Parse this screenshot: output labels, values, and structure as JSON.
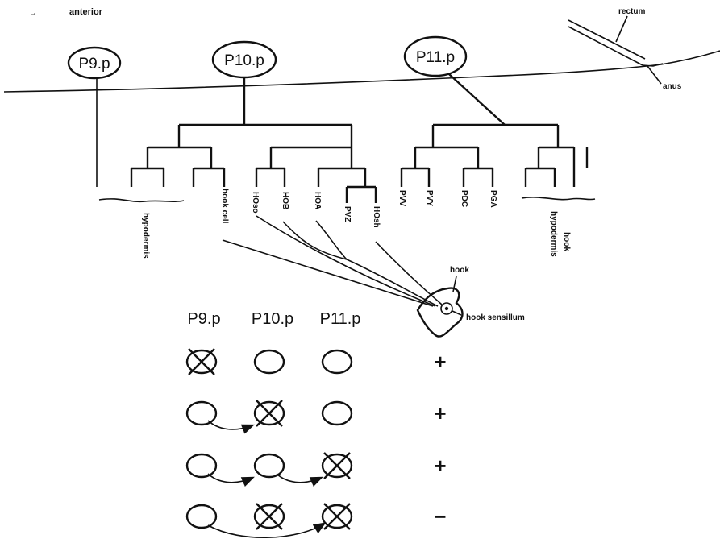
{
  "orientation": {
    "arrow_glyph": "→",
    "label": "anterior"
  },
  "landmarks": {
    "rectum": "rectum",
    "anus": "anus"
  },
  "cells": [
    {
      "id": "p9",
      "label": "P9.p"
    },
    {
      "id": "p10",
      "label": "P10.p"
    },
    {
      "id": "p11",
      "label": "P11.p"
    }
  ],
  "lineage_labels": {
    "hook_cell": "hook cell",
    "hypodermis_left": "hypodermis",
    "hook_hypodermis_line1": "hook",
    "hook_hypodermis_line2": "hypodermis",
    "p10_daughters": [
      "HOso",
      "HOB",
      "HOA",
      "PVZ",
      "HOsh"
    ],
    "p11_daughters": [
      "PVV",
      "PVY",
      "PDC",
      "PGA"
    ]
  },
  "hook_structure": {
    "hook": "hook",
    "sensillum": "hook sensillum"
  },
  "experiment": {
    "column_headers": [
      "P9.p",
      "P10.p",
      "P11.p"
    ],
    "rows": [
      {
        "ablated": [
          true,
          false,
          false
        ],
        "result": "+"
      },
      {
        "ablated": [
          false,
          true,
          false
        ],
        "result": "+"
      },
      {
        "ablated": [
          false,
          false,
          true
        ],
        "result": "+"
      },
      {
        "ablated": [
          false,
          true,
          true
        ],
        "result": "−"
      }
    ]
  },
  "colors": {
    "ink": "#111111",
    "background": "#ffffff"
  }
}
